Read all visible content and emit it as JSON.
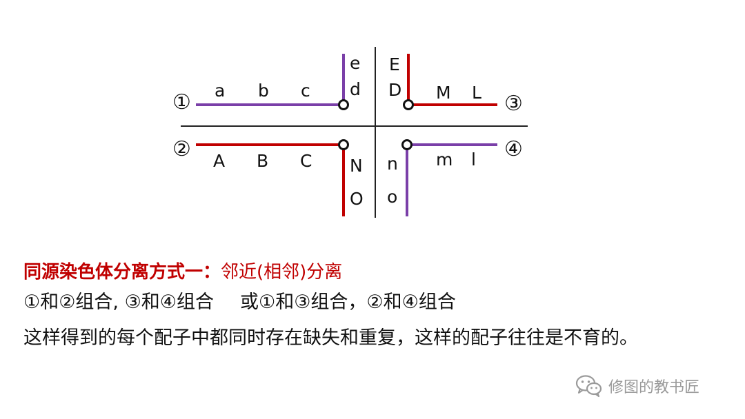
{
  "colors": {
    "purple": "#7a3fa8",
    "red": "#c00000",
    "axis": "#222222",
    "text": "#111111",
    "title_red": "#c00000",
    "watermark": "#9a9a9a"
  },
  "diagram": {
    "q1": {
      "number": "①",
      "labels": [
        "a",
        "b",
        "c"
      ],
      "top_labels": [
        "e",
        "d"
      ]
    },
    "q2": {
      "number": "②",
      "labels": [
        "A",
        "B",
        "C"
      ],
      "bottom_labels": [
        "N",
        "O"
      ]
    },
    "q3": {
      "number": "③",
      "labels": [
        "M",
        "L"
      ],
      "top_labels": [
        "E",
        "D"
      ]
    },
    "q4": {
      "number": "④",
      "labels": [
        "m",
        "l"
      ],
      "bottom_labels": [
        "n",
        "o"
      ]
    }
  },
  "caption": {
    "title_bold": "同源染色体分离方式一：",
    "title_rest": "邻近(相邻)分离",
    "combo_1": "①和②组合, ③和④组合",
    "combo_2": "或①和③组合，②和④组合",
    "conclusion": "这样得到的每个配子中都同时存在缺失和重复，这样的配子往往是不育的。"
  },
  "watermark": {
    "icon": "wechat-icon",
    "text": "修图的教书匠"
  }
}
